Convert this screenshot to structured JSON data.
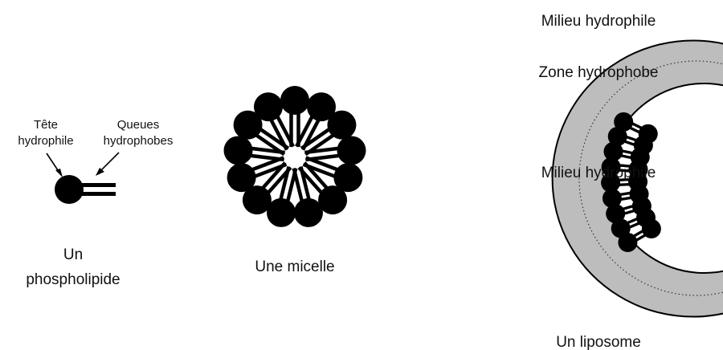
{
  "phospholipid": {
    "head_label_line1": "Tête",
    "head_label_line2": "hydrophile",
    "tail_label_line1": "Queues",
    "tail_label_line2": "hydrophobes",
    "caption_line1": "Un",
    "caption_line2": "phospholipide"
  },
  "micelle": {
    "caption": "Une micelle",
    "molecule_count": 13
  },
  "liposome": {
    "outer_label": "Milieu hydrophile",
    "zone_label": "Zone hydrophobe",
    "inner_label": "Milieu hydrophile",
    "caption": "Un liposome"
  },
  "colors": {
    "head": "#000000",
    "membrane_fill": "#bdbdbd",
    "background": "#ffffff"
  }
}
